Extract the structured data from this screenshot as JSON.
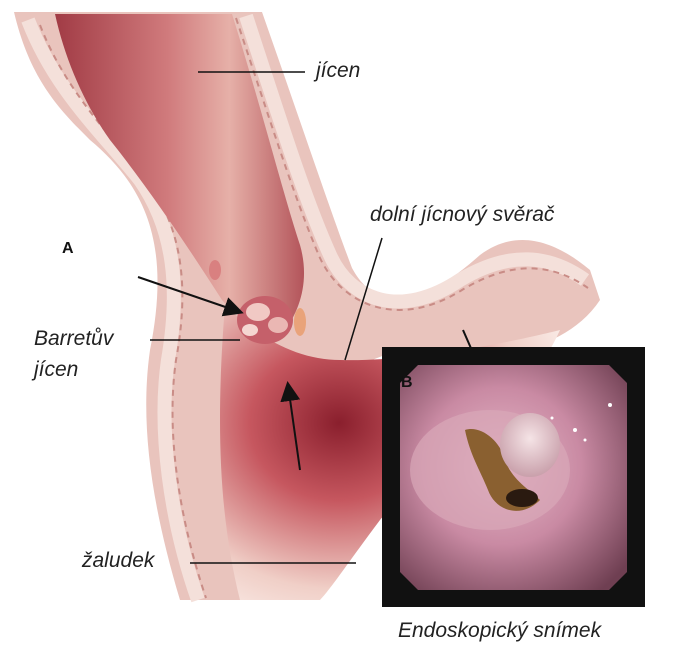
{
  "labels": {
    "esophagus": "jícen",
    "lower_sphincter": "dolní jícnový svěrač",
    "barrett_line1": "Barretův",
    "barrett_line2": "jícen",
    "stomach": "žaludek",
    "panel_a": "A",
    "panel_b": "B",
    "endoscopy_caption": "Endoskopický snímek"
  },
  "colors": {
    "tissue_outer": "#e9c4bd",
    "tissue_lumen": "#b8565a",
    "tissue_dark": "#8e2c35",
    "muscle_stripe": "#f4e0da",
    "endo_pink": "#c98aa3",
    "endo_dark": "#5a3a20"
  }
}
